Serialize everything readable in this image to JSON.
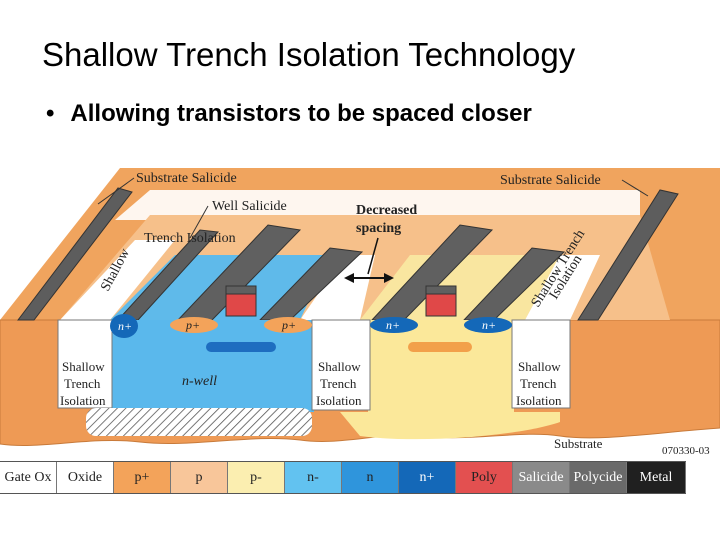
{
  "slide": {
    "title": "Shallow Trench Isolation Technology",
    "bullet_marker": "•",
    "bullet": "Allowing transistors to be spaced closer"
  },
  "diagram": {
    "labels": {
      "substrate_salicide_left": "Substrate Salicide",
      "substrate_salicide_right": "Substrate Salicide",
      "well_salicide": "Well Salicide",
      "decreased_spacing_1": "Decreased",
      "decreased_spacing_2": "spacing",
      "trench_isolation": "Trench Isolation",
      "shallow_left_rot": "Shallow",
      "shallow_trench_isolation_right_1": "Shallow Trench",
      "shallow_trench_isolation_right_2": "Isolation",
      "n_plus_left": "n+",
      "p_plus_1": "p+",
      "p_plus_2": "p+",
      "n_plus_mid": "n+",
      "n_plus_right": "n+",
      "n_well": "n-well",
      "sti_left_1": "Shallow",
      "sti_left_2": "Trench",
      "sti_left_3": "Isolation",
      "sti_mid_1": "Shallow",
      "sti_mid_2": "Trench",
      "sti_mid_3": "Isolation",
      "sti_right_1": "Shallow",
      "sti_right_2": "Trench",
      "sti_right_3": "Isolation",
      "substrate": "Substrate",
      "figure_id": "070330-03"
    },
    "colors": {
      "substrate": "#f0a060",
      "substrate_dark": "#d9823e",
      "n_well": "#5ab8ec",
      "p_well": "#fbe89a",
      "oxide": "#ffffff",
      "poly": "#e04848",
      "salicide": "#6e6e6e",
      "metal": "#1e1e1e"
    }
  },
  "legend": [
    {
      "label": "Gate Ox",
      "color": "#ffffff",
      "text_color": "#222222"
    },
    {
      "label": "Oxide",
      "color": "#ffffff",
      "text_color": "#222222"
    },
    {
      "label": "p+",
      "color": "#f3a35a",
      "text_color": "#222222"
    },
    {
      "label": "p",
      "color": "#f8c69a",
      "text_color": "#222222"
    },
    {
      "label": "p-",
      "color": "#fbeeb0",
      "text_color": "#222222"
    },
    {
      "label": "n-",
      "color": "#62c2f0",
      "text_color": "#222222"
    },
    {
      "label": "n",
      "color": "#2f95dc",
      "text_color": "#222222"
    },
    {
      "label": "n+",
      "color": "#1468b8",
      "text_color": "#ffffff"
    },
    {
      "label": "Poly",
      "color": "#e35050",
      "text_color": "#222222"
    },
    {
      "label": "Salicide",
      "color": "#8a8a8a",
      "text_color": "#ffffff"
    },
    {
      "label": "Polycide",
      "color": "#6a6a6a",
      "text_color": "#ffffff"
    },
    {
      "label": "Metal",
      "color": "#202020",
      "text_color": "#ffffff"
    }
  ]
}
